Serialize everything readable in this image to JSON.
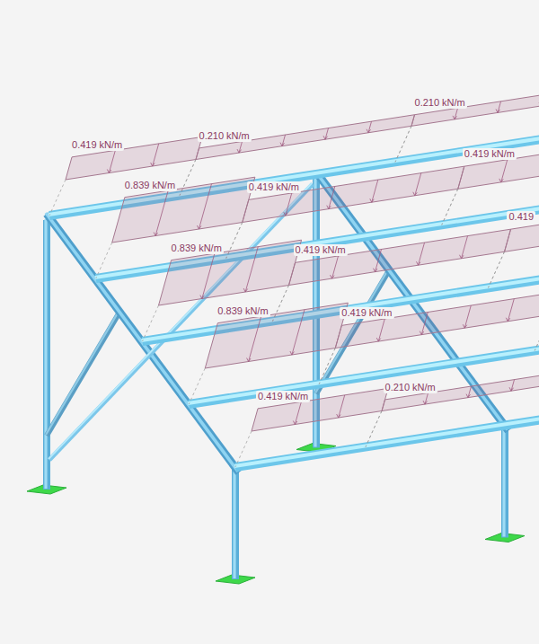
{
  "diagram": {
    "labels": [
      "0.210 kN/m",
      "0.210 kN/m",
      "0.419 kN/m",
      "0.419 kN/m",
      "0.839 kN/m",
      "0.419 kN/m",
      "0.419",
      "0.839 kN/m",
      "0.419 kN/m",
      "0.839 kN/m",
      "0.419 kN/m",
      "0.210 kN/m",
      "0.419 kN/m"
    ]
  }
}
